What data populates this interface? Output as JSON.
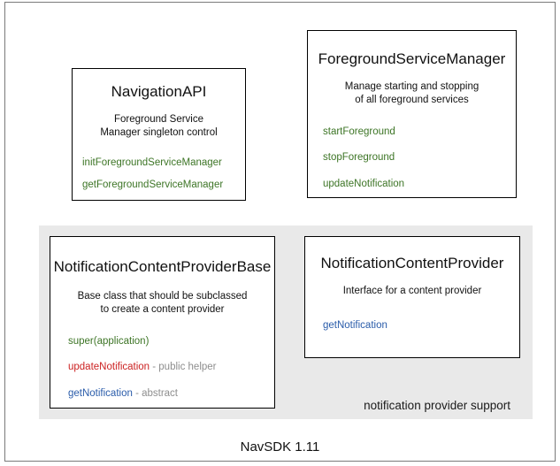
{
  "diagram": {
    "footer_caption": "NavSDK 1.11",
    "group_panel": {
      "label": "notification provider support"
    },
    "colors": {
      "green": "#3d7526",
      "red": "#cc2222",
      "blue": "#2a5caa",
      "gray_suffix": "#8e8e8e",
      "panel_background": "#e9e9e9",
      "box_border": "#000000",
      "frame_border": "#7a7a7a",
      "text": "#111111"
    },
    "boxes": [
      {
        "id": "navigation-api",
        "title": "NavigationAPI",
        "description": [
          "Foreground Service",
          "Manager singleton control"
        ],
        "members": [
          {
            "name": "initForegroundServiceManager",
            "suffix": "",
            "color": "#3d7526"
          },
          {
            "name": "getForegroundServiceManager",
            "suffix": "",
            "color": "#3d7526"
          }
        ]
      },
      {
        "id": "foreground-service-manager",
        "title": "ForegroundServiceManager",
        "description": [
          "Manage starting and stopping",
          "of all foreground services"
        ],
        "members": [
          {
            "name": "startForeground",
            "suffix": "",
            "color": "#3d7526"
          },
          {
            "name": "stopForeground",
            "suffix": "",
            "color": "#3d7526"
          },
          {
            "name": "updateNotification",
            "suffix": "",
            "color": "#3d7526"
          }
        ]
      },
      {
        "id": "notification-content-provider-base",
        "title": "NotificationContentProviderBase",
        "description": [
          "Base class that should be subclassed",
          "to create a content provider"
        ],
        "members": [
          {
            "name": "super(application)",
            "suffix": "",
            "color": "#3d7526"
          },
          {
            "name": "updateNotification",
            "suffix": " - public helper",
            "color": "#cc2222"
          },
          {
            "name": "getNotification",
            "suffix": " - abstract",
            "color": "#2a5caa"
          }
        ]
      },
      {
        "id": "notification-content-provider",
        "title": "NotificationContentProvider",
        "description": [
          "Interface for a content provider"
        ],
        "members": [
          {
            "name": "getNotification",
            "suffix": "",
            "color": "#2a5caa"
          }
        ]
      }
    ]
  }
}
